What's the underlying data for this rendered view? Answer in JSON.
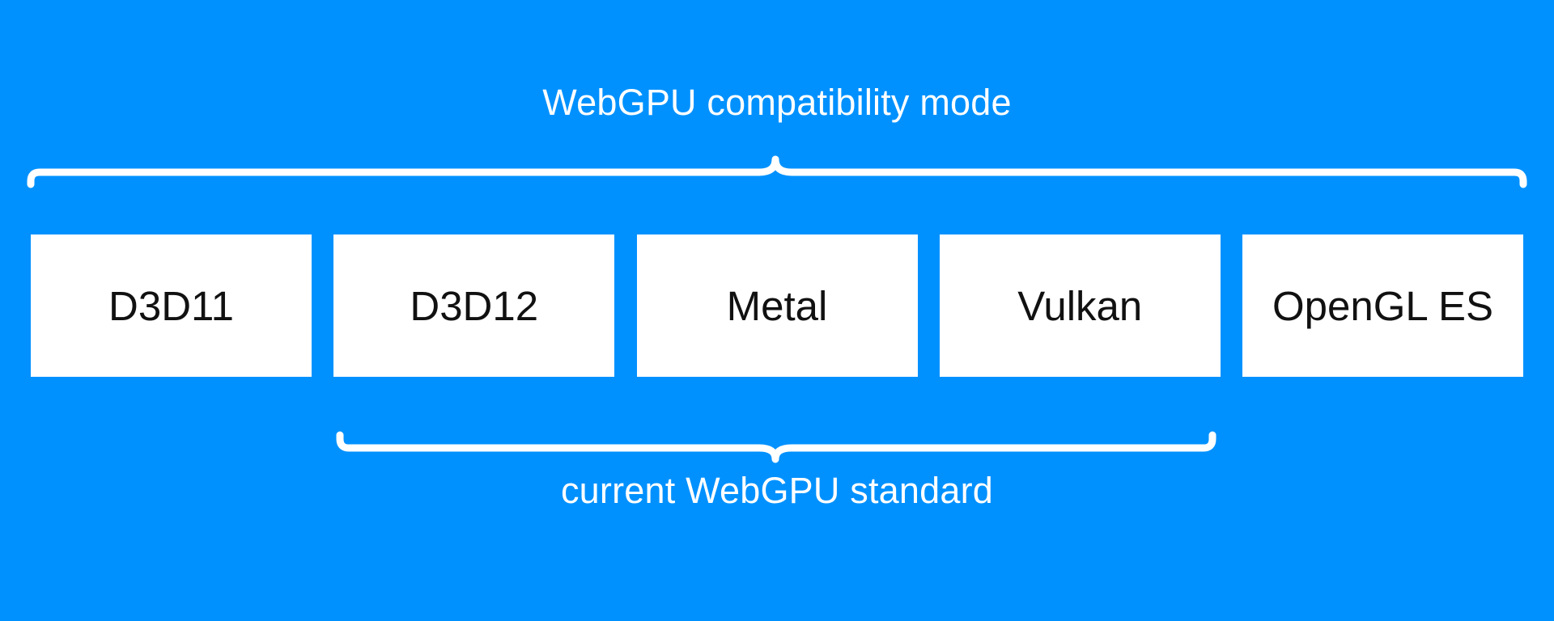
{
  "diagram": {
    "background_color": "#0091ff",
    "box_fill_color": "#ffffff",
    "box_text_color": "#111111",
    "label_text_color": "#ffffff",
    "top_group": {
      "label": "WebGPU compatibility mode",
      "brace_direction": "up",
      "spans_boxes": [
        "D3D11",
        "D3D12",
        "Metal",
        "Vulkan",
        "OpenGL ES"
      ]
    },
    "bottom_group": {
      "label": "current WebGPU standard",
      "brace_direction": "down",
      "spans_boxes": [
        "D3D12",
        "Metal",
        "Vulkan"
      ]
    },
    "boxes": [
      {
        "label": "D3D11"
      },
      {
        "label": "D3D12"
      },
      {
        "label": "Metal"
      },
      {
        "label": "Vulkan"
      },
      {
        "label": "OpenGL ES"
      }
    ]
  }
}
